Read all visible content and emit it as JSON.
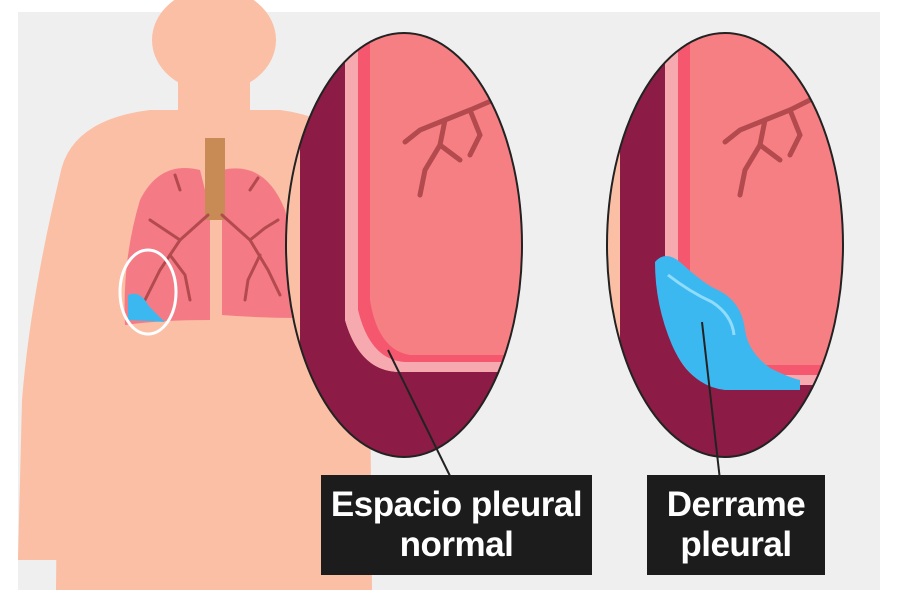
{
  "labels": {
    "normal": {
      "line1": "Espacio pleural",
      "line2": "normal"
    },
    "effusion": {
      "line1": "Derrame",
      "line2": "pleural"
    }
  },
  "colors": {
    "background": "#f0f0f0",
    "skin": "#fbbfa5",
    "lung": "#f47b86",
    "lung_inner": "#f5586e",
    "pleura_dark": "#8c1c45",
    "pleura_light": "#f7a9b0",
    "bronchi": "#b34a4e",
    "trachea": "#c88b56",
    "fluid": "#3cb8f0",
    "label_bg": "#1c1c1c",
    "label_text": "#ffffff"
  }
}
